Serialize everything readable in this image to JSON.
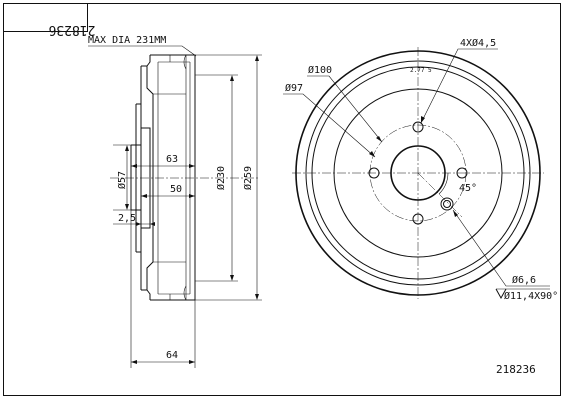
{
  "part_number_mirrored": "218236",
  "part_number": "218236",
  "side_view": {
    "max_dia_note": "MAX DIA 231MM",
    "dim_d57": "Ø57",
    "dim_63": "63",
    "dim_50": "50",
    "dim_2_5": "2,5",
    "dim_d230": "Ø230",
    "dim_d259": "Ø259",
    "dim_64": "64"
  },
  "front_view": {
    "holes_note": "4XØ4,5",
    "dim_d100": "Ø100",
    "dim_d97": "Ø97",
    "angle_45": "45°",
    "dim_d6_6": "Ø6,6",
    "countersink_note": "Ø11,4X90°",
    "rim_text": "2.77 5"
  }
}
